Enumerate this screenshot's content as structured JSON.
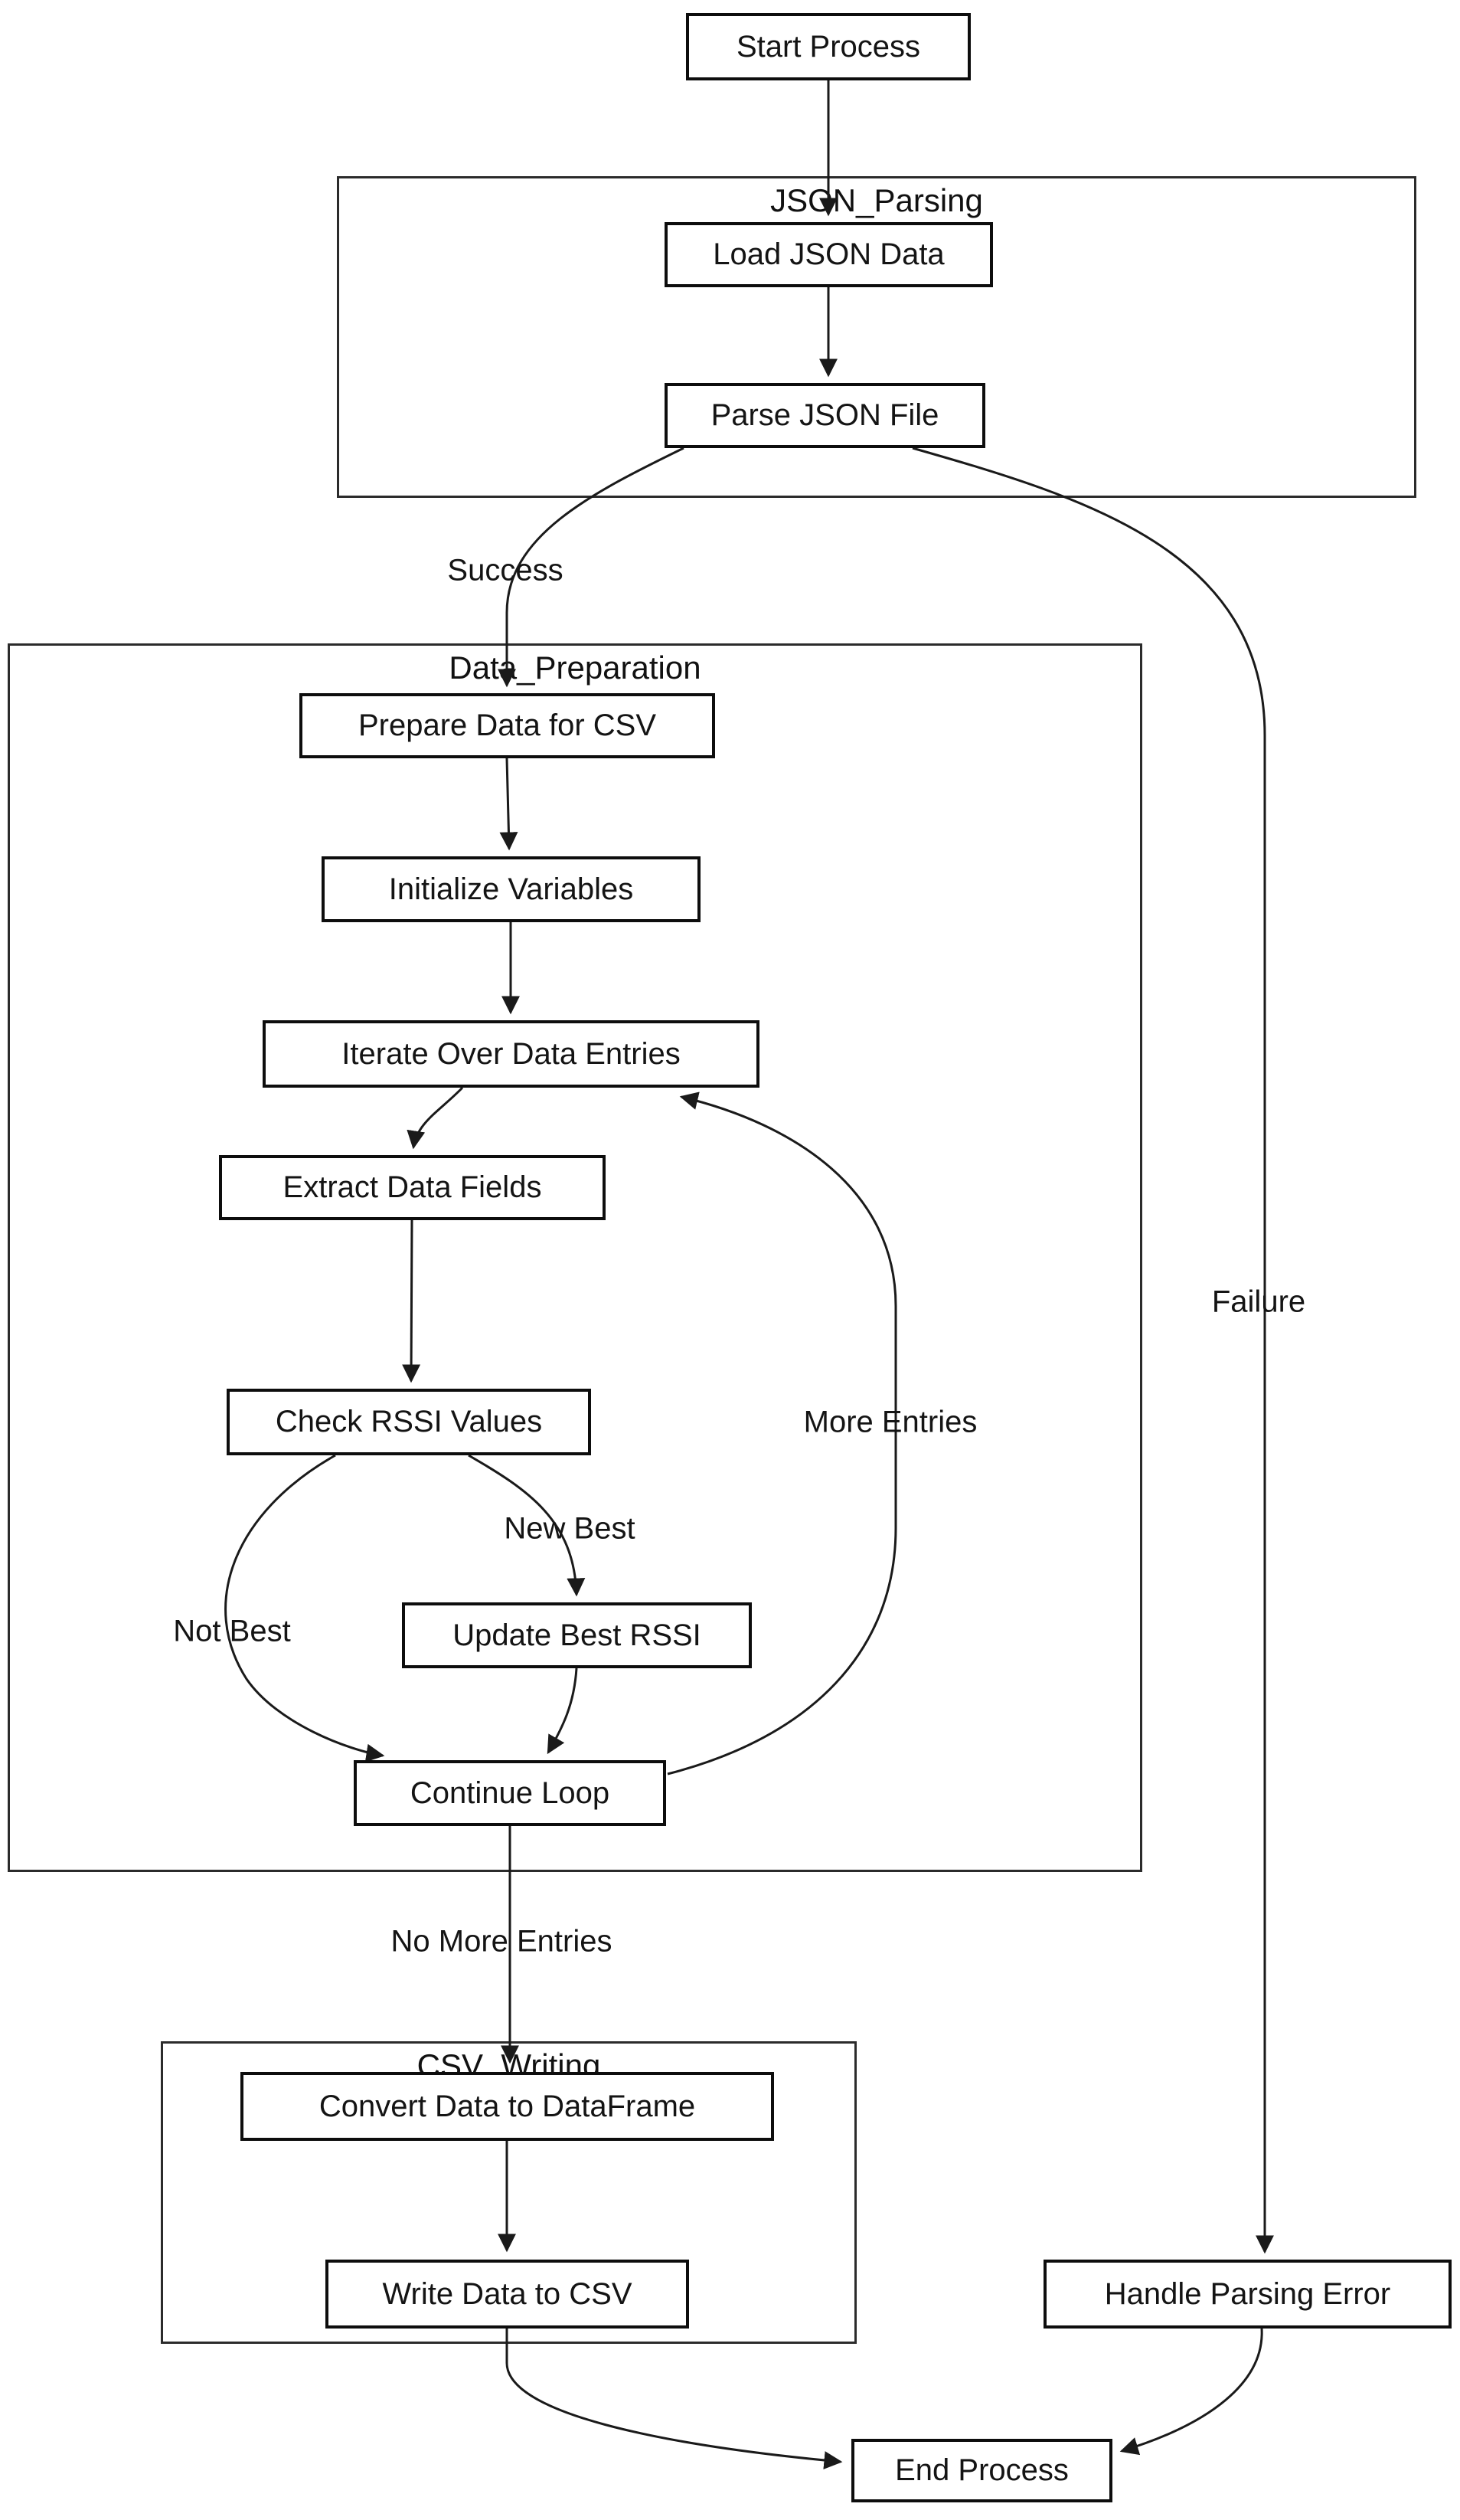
{
  "diagram": {
    "type": "flowchart",
    "background_color": "#ffffff",
    "line_color": "#1a1a1a",
    "node_fill": "#ffffff",
    "node_border_color": "#0d0d0d",
    "nodes": [
      {
        "id": "start",
        "label": "Start Process"
      },
      {
        "id": "load_json",
        "label": "Load JSON Data"
      },
      {
        "id": "parse_json",
        "label": "Parse JSON File"
      },
      {
        "id": "prepare_data",
        "label": "Prepare Data for CSV"
      },
      {
        "id": "init_vars",
        "label": "Initialize Variables"
      },
      {
        "id": "iterate",
        "label": "Iterate Over Data Entries"
      },
      {
        "id": "extract",
        "label": "Extract Data Fields"
      },
      {
        "id": "check_rssi",
        "label": "Check RSSI Values"
      },
      {
        "id": "update_rssi",
        "label": "Update Best RSSI"
      },
      {
        "id": "continue_loop",
        "label": "Continue Loop"
      },
      {
        "id": "convert_df",
        "label": "Convert Data to DataFrame"
      },
      {
        "id": "write_csv",
        "label": "Write Data to CSV"
      },
      {
        "id": "handle_error",
        "label": "Handle Parsing Error"
      },
      {
        "id": "end",
        "label": "End Process"
      }
    ],
    "subgraphs": [
      {
        "id": "json_parsing",
        "label": "JSON_Parsing"
      },
      {
        "id": "data_preparation",
        "label": "Data_Preparation"
      },
      {
        "id": "csv_writing",
        "label": "CSV_Writing"
      }
    ],
    "edge_labels": [
      {
        "id": "success",
        "label": "Success"
      },
      {
        "id": "failure",
        "label": "Failure"
      },
      {
        "id": "new_best",
        "label": "New Best"
      },
      {
        "id": "not_best",
        "label": "Not Best"
      },
      {
        "id": "more_entries",
        "label": "More Entries"
      },
      {
        "id": "no_more_entries",
        "label": "No More Entries"
      }
    ],
    "edges": [
      {
        "from": "start",
        "to": "load_json",
        "label": ""
      },
      {
        "from": "load_json",
        "to": "parse_json",
        "label": ""
      },
      {
        "from": "parse_json",
        "to": "prepare_data",
        "label": "Success"
      },
      {
        "from": "parse_json",
        "to": "handle_error",
        "label": "Failure"
      },
      {
        "from": "prepare_data",
        "to": "init_vars",
        "label": ""
      },
      {
        "from": "init_vars",
        "to": "iterate",
        "label": ""
      },
      {
        "from": "iterate",
        "to": "extract",
        "label": ""
      },
      {
        "from": "extract",
        "to": "check_rssi",
        "label": ""
      },
      {
        "from": "check_rssi",
        "to": "update_rssi",
        "label": "New Best"
      },
      {
        "from": "check_rssi",
        "to": "continue_loop",
        "label": "Not Best"
      },
      {
        "from": "update_rssi",
        "to": "continue_loop",
        "label": ""
      },
      {
        "from": "continue_loop",
        "to": "iterate",
        "label": "More Entries"
      },
      {
        "from": "continue_loop",
        "to": "convert_df",
        "label": "No More Entries"
      },
      {
        "from": "convert_df",
        "to": "write_csv",
        "label": ""
      },
      {
        "from": "write_csv",
        "to": "end",
        "label": ""
      },
      {
        "from": "handle_error",
        "to": "end",
        "label": ""
      }
    ]
  }
}
